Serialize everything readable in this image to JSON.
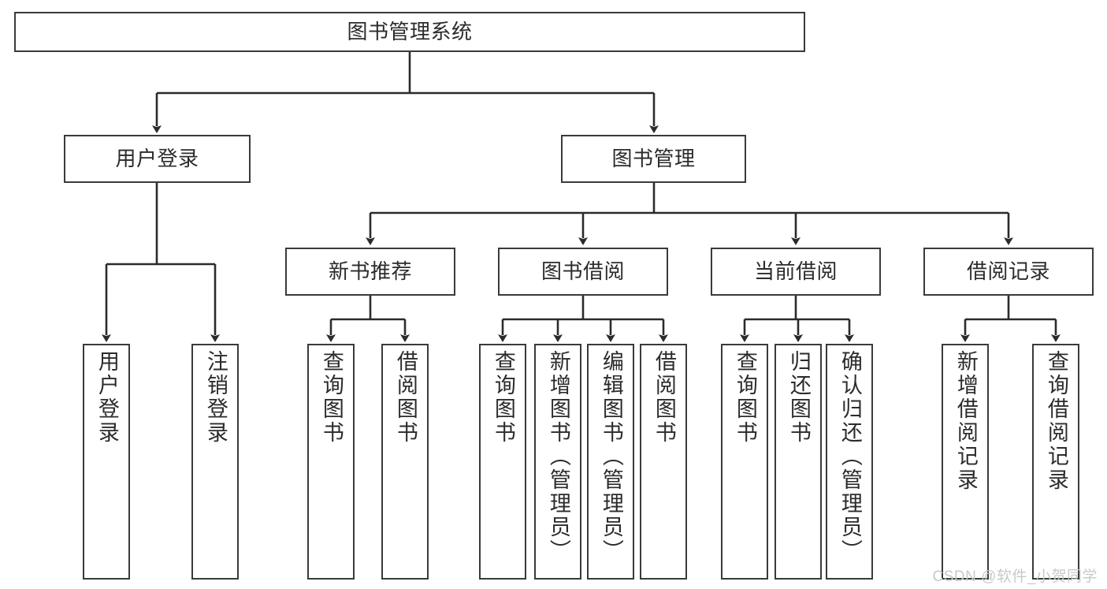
{
  "diagram": {
    "title": "图书管理系统",
    "type": "tree",
    "watermark": "CSDN @软件_小贺同学",
    "colors": {
      "box_stroke": "#3a3a3a",
      "box_fill": "#ffffff",
      "edge": "#2b2b2b",
      "text": "#2b2b2b",
      "watermark": "#c9c9c9"
    },
    "nodes": {
      "root": {
        "label": "图书管理系统"
      },
      "level1": [
        {
          "id": "user-login",
          "label": "用户登录"
        },
        {
          "id": "book-manage",
          "label": "图书管理"
        }
      ],
      "level2": [
        {
          "id": "new-book-recommend",
          "label": "新书推荐"
        },
        {
          "id": "book-borrow",
          "label": "图书借阅"
        },
        {
          "id": "current-borrow",
          "label": "当前借阅"
        },
        {
          "id": "borrow-record",
          "label": "借阅记录"
        }
      ],
      "leaves": {
        "user-login": [
          {
            "id": "leaf-user-login",
            "label": "用户登录"
          },
          {
            "id": "leaf-logout-login",
            "label": "注销登录"
          }
        ],
        "new-book-recommend": [
          {
            "id": "leaf-query-book-1",
            "label": "查询图书"
          },
          {
            "id": "leaf-borrow-book-1",
            "label": "借阅图书"
          }
        ],
        "book-borrow": [
          {
            "id": "leaf-query-book-2",
            "label": "查询图书"
          },
          {
            "id": "leaf-add-book",
            "label": "新增图书（管理员）"
          },
          {
            "id": "leaf-edit-book",
            "label": "编辑图书（管理员）"
          },
          {
            "id": "leaf-borrow-book-2",
            "label": "借阅图书"
          }
        ],
        "current-borrow": [
          {
            "id": "leaf-query-book-3",
            "label": "查询图书"
          },
          {
            "id": "leaf-return-book",
            "label": "归还图书"
          },
          {
            "id": "leaf-confirm-return",
            "label": "确认归还（管理员）"
          }
        ],
        "borrow-record": [
          {
            "id": "leaf-add-record",
            "label": "新增借阅记录"
          },
          {
            "id": "leaf-query-record",
            "label": "查询借阅记录"
          }
        ]
      }
    }
  }
}
